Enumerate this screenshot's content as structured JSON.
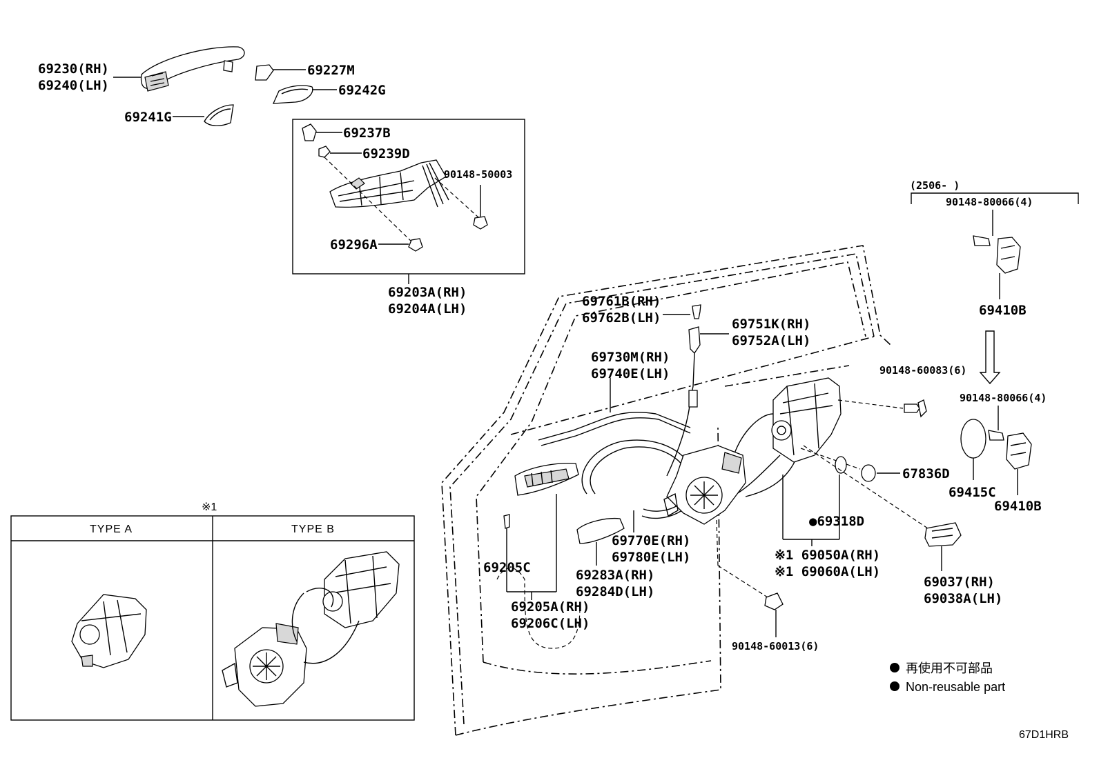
{
  "labels": {
    "p69230": "69230(RH)",
    "p69240": "69240(LH)",
    "p69227M": "69227M",
    "p69242G": "69242G",
    "p69241G": "69241G",
    "p69237B": "69237B",
    "p69239D": "69239D",
    "p90148_50003": "90148-50003",
    "p69296A": "69296A",
    "p69203A": "69203A(RH)",
    "p69204A": "69204A(LH)",
    "p69761B": "69761B(RH)",
    "p69762B": "69762B(LH)",
    "p69751K": "69751K(RH)",
    "p69752A": "69752A(LH)",
    "p69730M": "69730M(RH)",
    "p69740E": "69740E(LH)",
    "p90148_60083": "90148-60083(6)",
    "p67836D": "67836D",
    "p69318D": "●69318D",
    "p69050A": "※1 69050A(RH)",
    "p69060A": "※1 69060A(LH)",
    "p69037": "69037(RH)",
    "p69038A": "69038A(LH)",
    "p69770E": "69770E(RH)",
    "p69780E": "69780E(LH)",
    "p69283A": "69283A(RH)",
    "p69284D": "69284D(LH)",
    "p69205C": "69205C",
    "p69205A": "69205A(RH)",
    "p69206C": "69206C(LH)",
    "p90148_60013": "90148-60013(6)",
    "p2506": "(2506-      )",
    "p90148_80066_a": "90148-80066(4)",
    "p69410B_a": "69410B",
    "p90148_80066_b": "90148-80066(4)",
    "p69415C": "69415C",
    "p69410B_b": "69410B"
  },
  "inset": {
    "marker": "※1",
    "type_a": "TYPE A",
    "type_b": "TYPE B"
  },
  "legend": {
    "jp": "再使用不可部品",
    "en": "Non-reusable part"
  },
  "code": "67D1HRB"
}
